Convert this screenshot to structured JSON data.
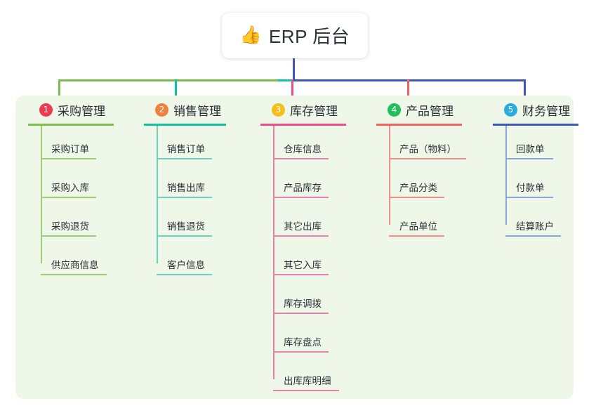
{
  "root": {
    "icon": "thumbs-up-icon",
    "icon_glyph": "👍",
    "title": "ERP 后台"
  },
  "colors": {
    "background": "#ffffff",
    "panel_bg": "#eff7e9",
    "text": "#2b2f36",
    "trunk_blue": "#4055b4",
    "connector_green": "#7cbd4d",
    "connector_teal": "#10c0a0",
    "connector_blue": "#4055b4",
    "drop_green": "#7cbd4d",
    "drop_teal": "#10c0a0",
    "drop_pink": "#ef4a8d",
    "drop_red": "#f4605f",
    "drop_blue": "#4055b4"
  },
  "columns": [
    {
      "index": "1",
      "badge_glyph": "❶",
      "badge_color": "#ec3a52",
      "title": "采购管理",
      "line_color": "#7cbd4d",
      "underline_width": 122,
      "spine_height": 196,
      "items": [
        {
          "label": "采购订单",
          "rule_width": 79
        },
        {
          "label": "采购入库",
          "rule_width": 79
        },
        {
          "label": "采购退货",
          "rule_width": 79
        },
        {
          "label": "供应商信息",
          "rule_width": 94
        }
      ]
    },
    {
      "index": "2",
      "badge_glyph": "❷",
      "badge_color": "#f0813c",
      "title": "销售管理",
      "line_color": "#10c0a0",
      "underline_width": 117,
      "spine_height": 196,
      "items": [
        {
          "label": "销售订单",
          "rule_width": 79
        },
        {
          "label": "销售出库",
          "rule_width": 79
        },
        {
          "label": "销售退货",
          "rule_width": 79
        },
        {
          "label": "客户信息",
          "rule_width": 79
        }
      ]
    },
    {
      "index": "3",
      "badge_glyph": "❸",
      "badge_color": "#f5be19",
      "title": "库存管理",
      "line_color": "#ef4a8d",
      "underline_width": 122,
      "spine_height": 361,
      "items": [
        {
          "label": "仓库信息",
          "rule_width": 79
        },
        {
          "label": "产品库存",
          "rule_width": 79
        },
        {
          "label": "其它出库",
          "rule_width": 79
        },
        {
          "label": "其它入库",
          "rule_width": 79
        },
        {
          "label": "库存调拨",
          "rule_width": 79
        },
        {
          "label": "库存盘点",
          "rule_width": 79
        },
        {
          "label": "出库库明细",
          "rule_width": 94
        }
      ]
    },
    {
      "index": "4",
      "badge_glyph": "❹",
      "badge_color": "#22bf5b",
      "title": "产品管理",
      "line_color": "#f4605f",
      "underline_width": 122,
      "spine_height": 141,
      "items": [
        {
          "label": "产品（物料）",
          "rule_width": 110
        },
        {
          "label": "产品分类",
          "rule_width": 79
        },
        {
          "label": "产品单位",
          "rule_width": 79
        }
      ]
    },
    {
      "index": "5",
      "badge_glyph": "❺",
      "badge_color": "#29abe2",
      "title": "财务管理",
      "line_color": "#6d8fd8",
      "underline_width": 122,
      "spine_height": 141,
      "items": [
        {
          "label": "回款单",
          "rule_width": 68
        },
        {
          "label": "付款单",
          "rule_width": 68
        },
        {
          "label": "结算账户",
          "rule_width": 79
        }
      ]
    }
  ]
}
